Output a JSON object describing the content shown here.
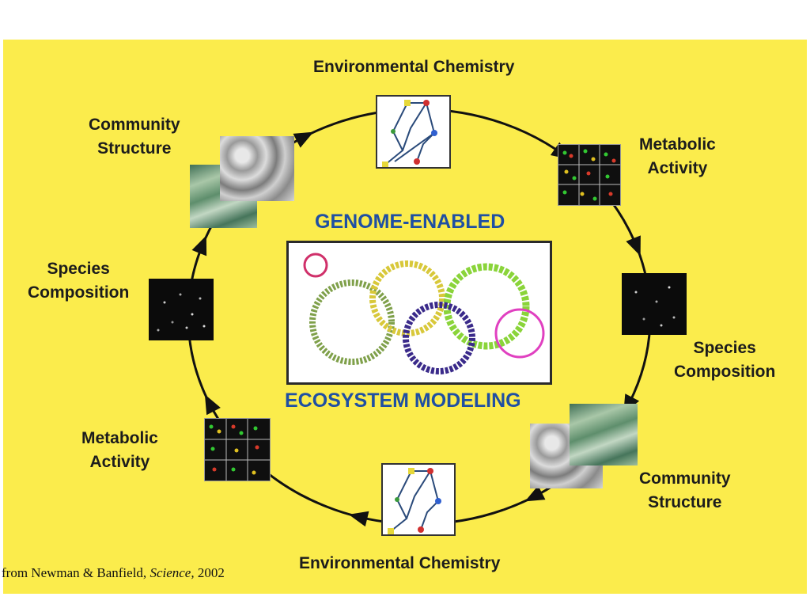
{
  "labels": {
    "env_chem_top": "Environmental Chemistry",
    "env_chem_bottom": "Environmental Chemistry",
    "metabolic_right_1": "Metabolic",
    "metabolic_right_2": "Activity",
    "metabolic_left_1": "Metabolic",
    "metabolic_left_2": "Activity",
    "community_left_1": "Community",
    "community_left_2": "Structure",
    "community_right_1": "Community",
    "community_right_2": "Structure",
    "species_left_1": "Species",
    "species_left_2": "Composition",
    "species_right_1": "Species",
    "species_right_2": "Composition"
  },
  "center": {
    "title_top": "GENOME-ENABLED",
    "title_bottom": "ECOSYSTEM MODELING"
  },
  "credit": {
    "prefix": "from Newman & Banfield, ",
    "journal": "Science,",
    "year": " 2002"
  },
  "icons": {
    "cycle_arrows": "arrowhead",
    "network_thumb": "network-graph",
    "microarray_thumb": "microarray-grid",
    "microscopy_thumb": "fluorescence-micrograph",
    "biofilm_thumb": "biofilm-sem"
  },
  "colors": {
    "background": "#fbec4c",
    "title_blue": "#1f4fa3",
    "label_text": "#1c1c1c"
  }
}
